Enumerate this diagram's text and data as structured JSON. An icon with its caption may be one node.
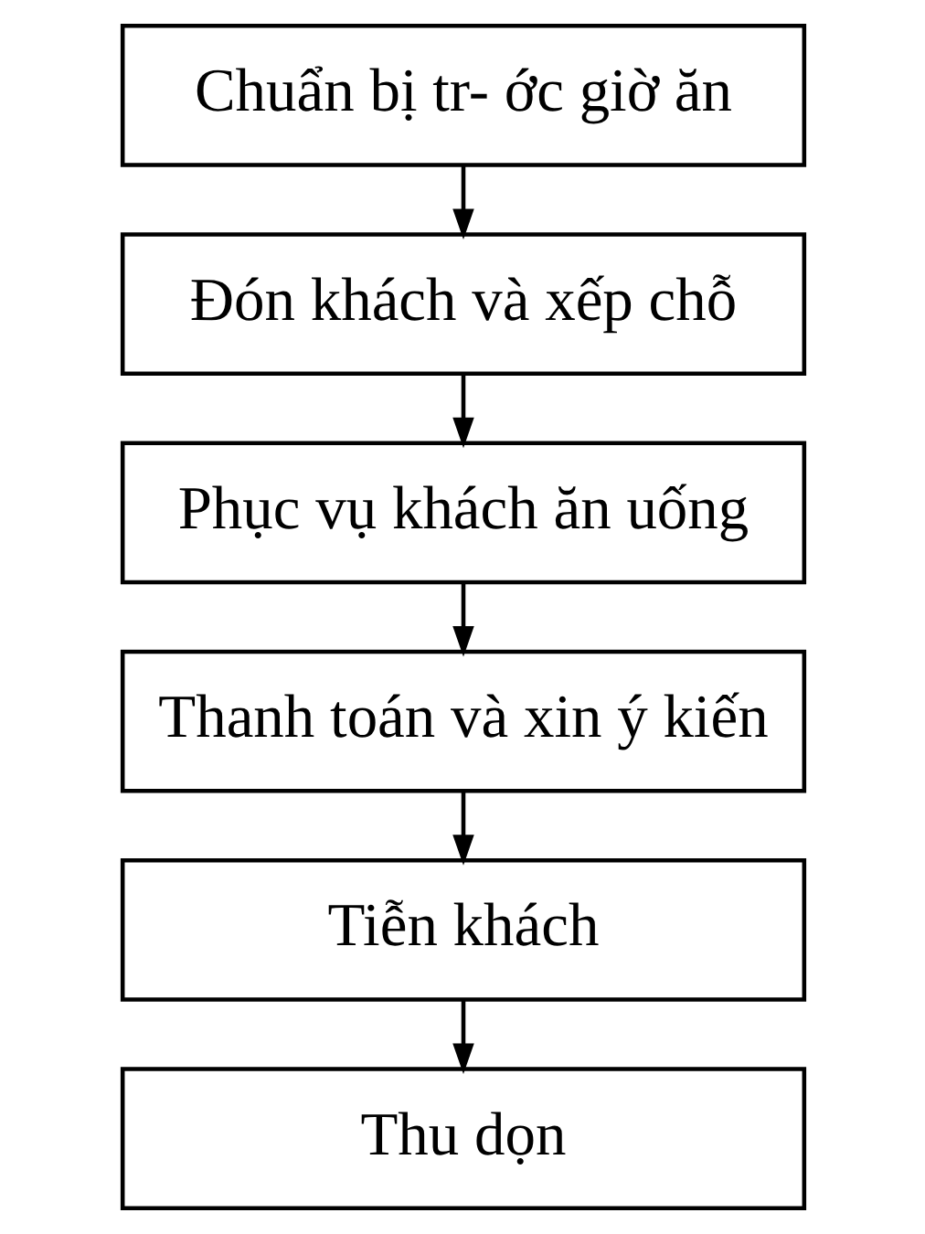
{
  "diagram": {
    "nodes": [
      {
        "text": [
          "Chuẩn bị tr- ớc giờ ăn"
        ]
      },
      {
        "text": [
          "Đón khách và xếp chỗ"
        ]
      },
      {
        "text": [
          "Phục vụ khách ăn uống"
        ]
      },
      {
        "text": [
          "Thanh toán và xin ý kiến"
        ]
      },
      {
        "text": [
          "Tiễn khách"
        ]
      },
      {
        "text": [
          "Thu dọn"
        ]
      }
    ],
    "edges": [
      {
        "from": 0,
        "to": 1,
        "arrow": "to"
      },
      {
        "from": 1,
        "to": 2,
        "arrow": "to"
      },
      {
        "from": 2,
        "to": 3,
        "arrow": "to"
      },
      {
        "from": 3,
        "to": 4,
        "arrow": "to"
      },
      {
        "from": 4,
        "to": 5,
        "arrow": "to"
      }
    ]
  }
}
